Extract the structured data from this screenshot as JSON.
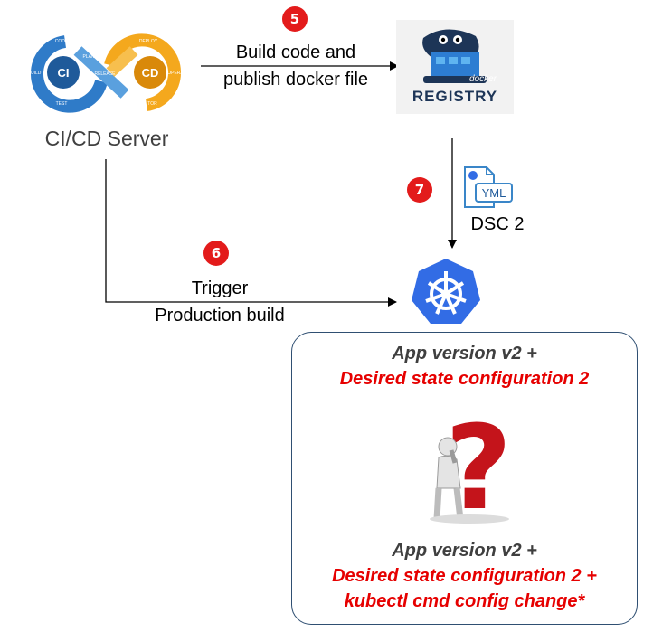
{
  "cicd": {
    "server_label": "CI/CD Server",
    "ci_text": "CI",
    "cd_text": "CD",
    "stages": [
      "CODE",
      "BUILD",
      "TEST",
      "PLAN",
      "RELEASE",
      "DEPLOY",
      "OPERATE",
      "MONITOR"
    ]
  },
  "docker": {
    "logo_word": "docker",
    "registry_word": "REGISTRY"
  },
  "steps": {
    "five": {
      "number": "5",
      "line1": "Build code and",
      "line2": "publish docker file"
    },
    "six": {
      "number": "6",
      "line1": "Trigger",
      "line2": "Production build"
    },
    "seven": {
      "number": "7",
      "file_label": "YML",
      "caption": "DSC 2"
    }
  },
  "result_box": {
    "top_line1": "App version v2 +",
    "top_line2": "Desired state configuration  2",
    "bottom_line1": "App version v2 +",
    "bottom_line2": "Desired state configuration  2 +",
    "bottom_line3": "kubectl cmd config change*",
    "question_glyph": "?"
  },
  "colors": {
    "step_badge": "#e31b1b",
    "emphasis_text": "#e60000",
    "kubernetes": "#326ce5",
    "ci_blue": "#2f7bc8",
    "cd_orange": "#f4a81d",
    "box_border": "#2f4f72"
  }
}
